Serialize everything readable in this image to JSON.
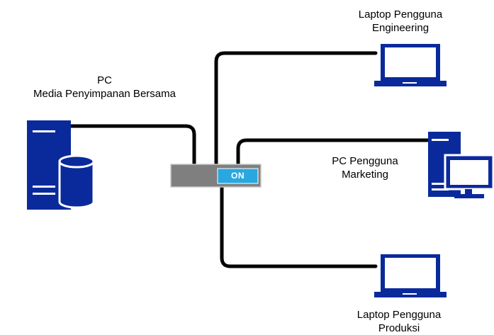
{
  "server": {
    "line1": "PC",
    "line2": "Media Penyimpanan Bersama",
    "icon": "server-database-icon"
  },
  "laptop_engineering": {
    "line1": "Laptop Pengguna",
    "line2": "Engineering",
    "icon": "laptop-icon"
  },
  "pc_marketing": {
    "line1": "PC Pengguna",
    "line2": "Marketing",
    "icon": "desktop-pc-icon"
  },
  "laptop_produksi": {
    "line1": "Laptop Pengguna",
    "line2": "Produksi",
    "icon": "laptop-icon"
  },
  "switch": {
    "state_label": "ON",
    "icon": "network-switch-icon"
  },
  "colors": {
    "device_blue": "#0a2a9c",
    "switch_gray": "#7f7f7f",
    "switch_on": "#29a8e0",
    "cable": "#000000"
  }
}
